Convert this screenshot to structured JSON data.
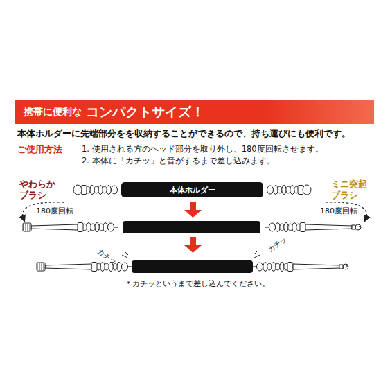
{
  "diagram": {
    "nodes": [
      {
        "text": [
          "携帯に便利な",
          "コンパクトサイズ！"
        ]
      },
      {
        "text": [
          "本体ホルダー"
        ]
      }
    ],
    "labels": [
      "本体ホルダーに先端部分をを収納することができるので、持ち運びにも便利です。",
      "ご使用方法",
      "1. 使用される方のヘッド部分を取り外し、180度回転させます。",
      "2. 本体に「カチッ」と音がするまで差し込みます。",
      "やわらかブラシ",
      "ミニ突起ブラシ",
      "180度回転",
      "180度回転",
      "カチッ",
      "カチッ",
      "＊カチッというまで差し込んでください。"
    ]
  }
}
